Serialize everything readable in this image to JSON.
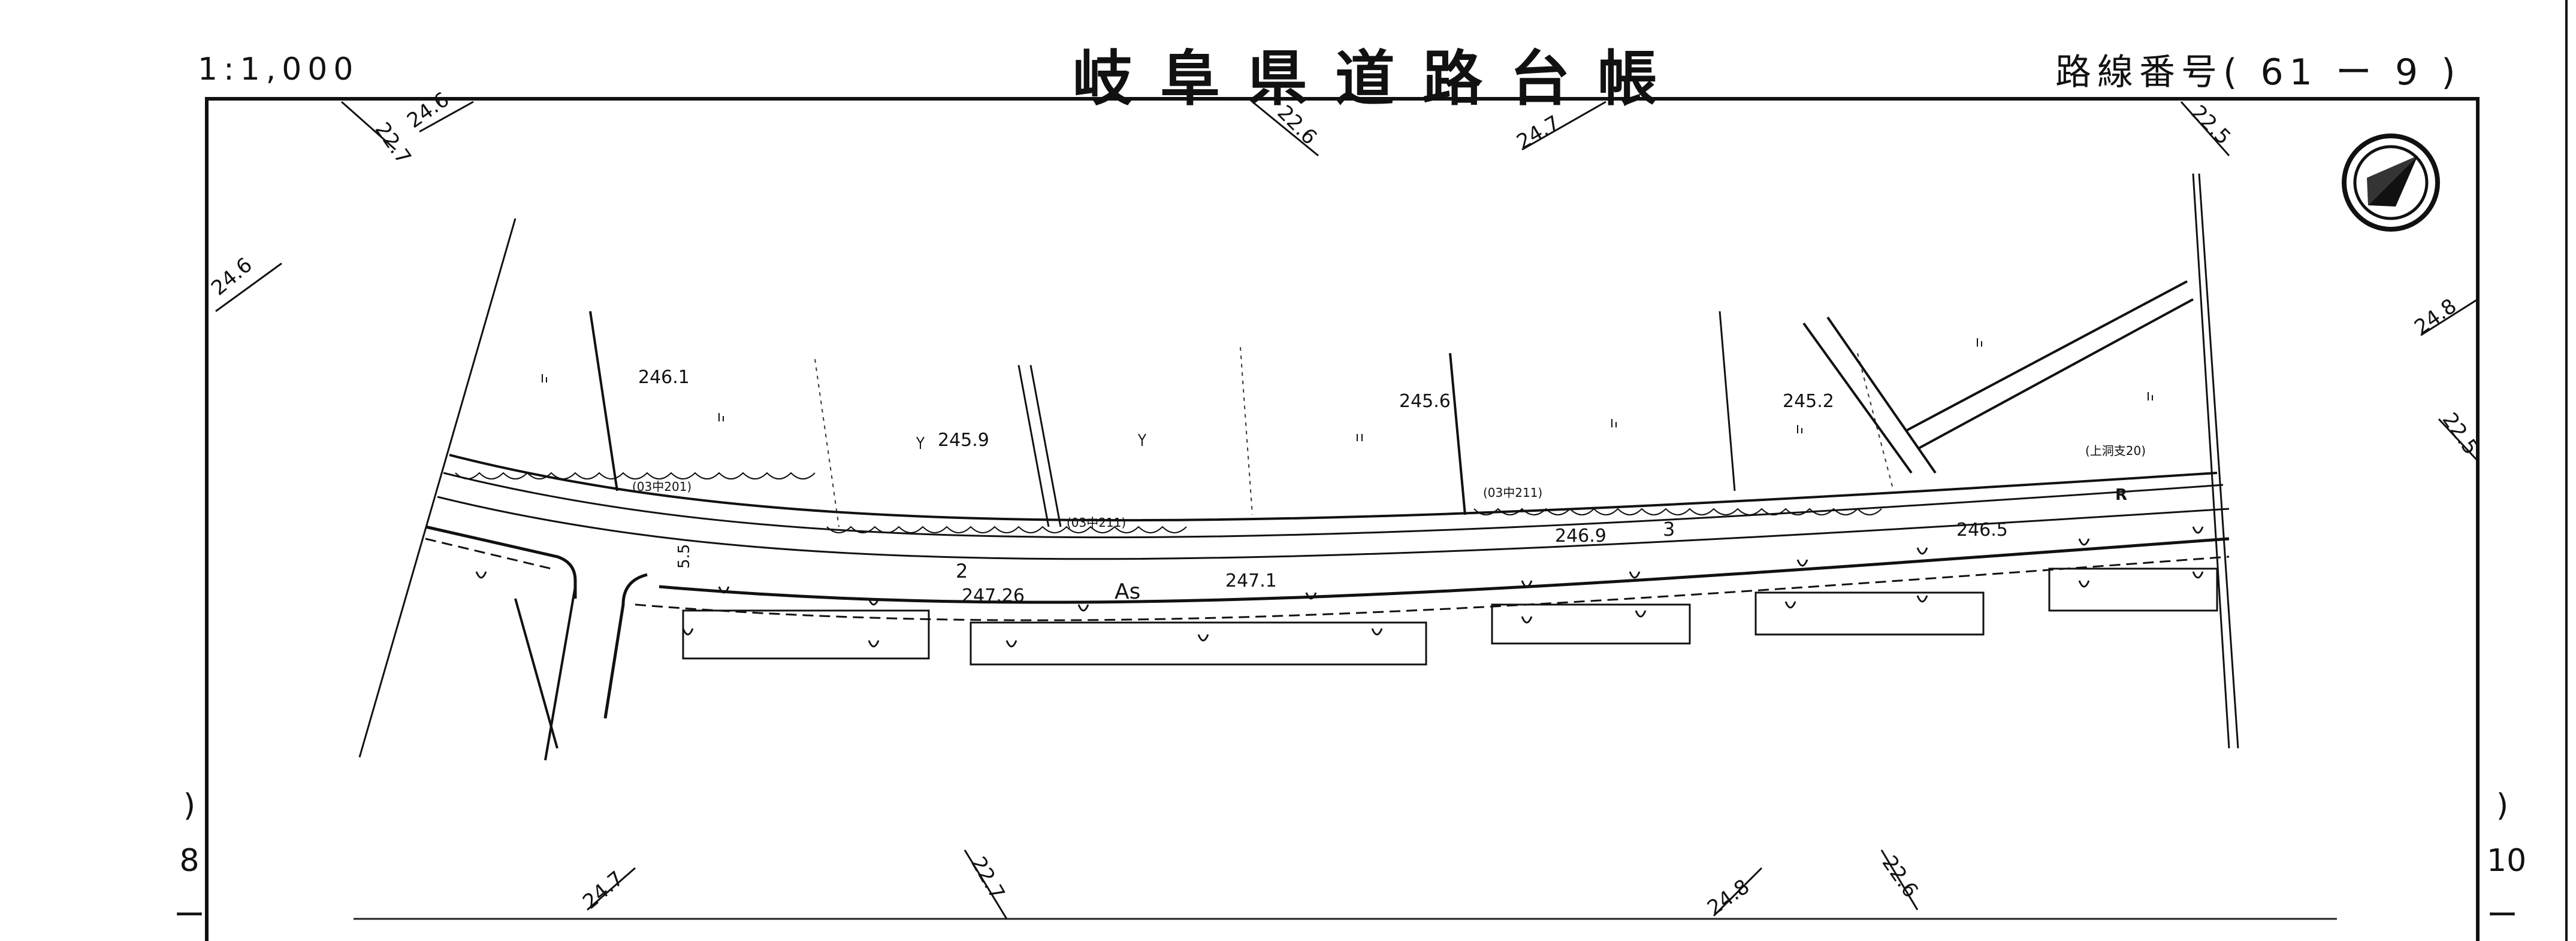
{
  "header": {
    "scale": "1:1,000",
    "title": "岐阜県道路台帳",
    "route": "路線番号( 61 ー 9 )"
  },
  "side_marks": {
    "left": [
      ")",
      "8",
      "ー"
    ],
    "right": [
      ")",
      "10",
      "ー"
    ]
  },
  "map": {
    "north_arrow": "north-arrow",
    "contour_labels": [
      "24.6",
      "22.7",
      "24.6",
      "22.6",
      "24.7",
      "22.5",
      "24.8",
      "22.5",
      "24.7",
      "22.7",
      "24.8",
      "22.6"
    ],
    "elevations": [
      "246.1",
      "245.9",
      "245.6",
      "245.2",
      "246.9",
      "246.5",
      "247.26",
      "247.1"
    ],
    "control_points": [
      "(03中201)",
      "(03中211)",
      "(03中211)",
      "(上洞支20)"
    ],
    "station_numbers": [
      "2",
      "3"
    ],
    "road_width": "5.5",
    "pavement": "As",
    "marker_r": "R"
  }
}
